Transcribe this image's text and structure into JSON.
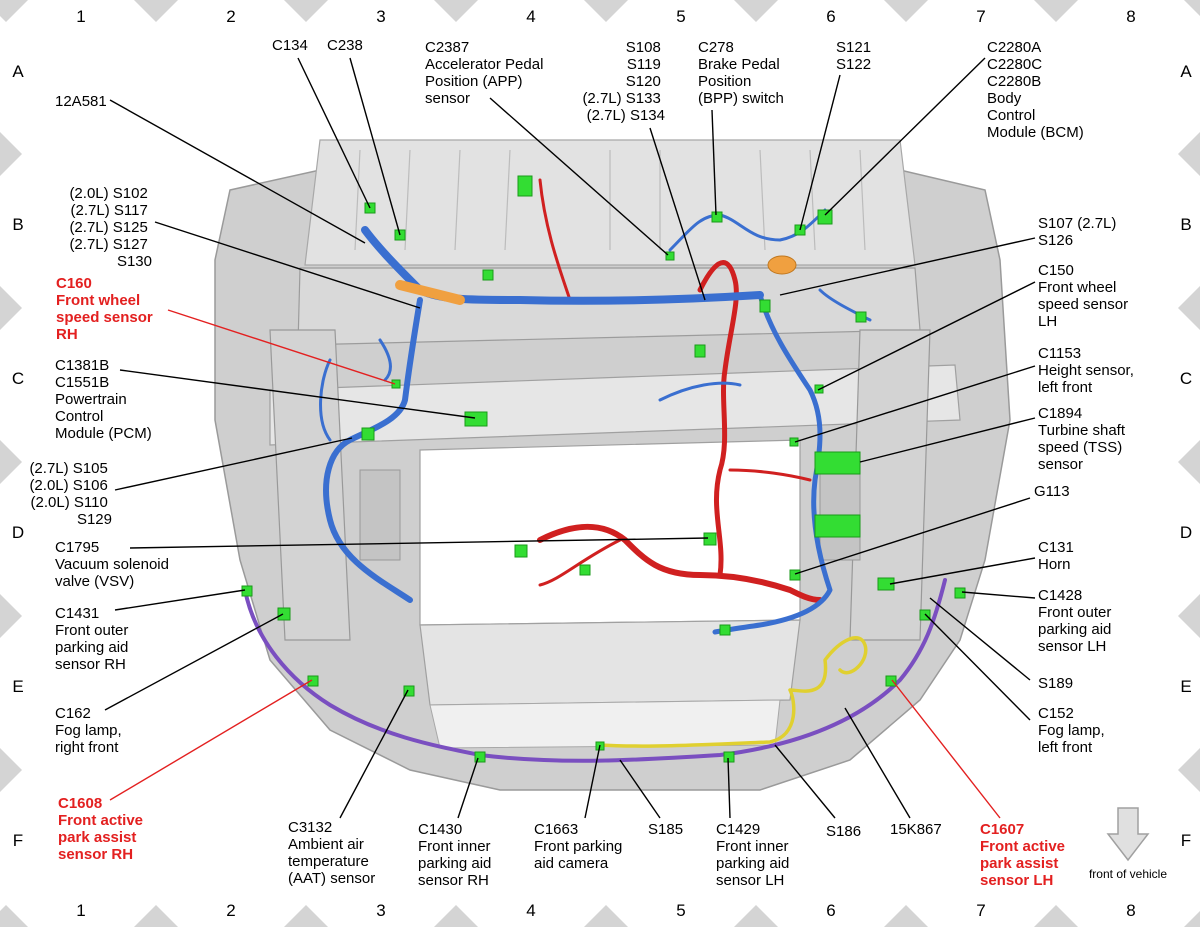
{
  "colors": {
    "red_label": "#e32020",
    "harness_blue": "#3a6fd0",
    "harness_red": "#d02020",
    "harness_purple": "#7a4fc0",
    "harness_yellow": "#e0d030",
    "harness_orange": "#f0a040",
    "connector_green": "#33dd33",
    "body_gray": "#c8c8c8",
    "border_gray": "#d4d4d4"
  },
  "grid": {
    "columns": [
      "1",
      "2",
      "3",
      "4",
      "5",
      "6",
      "7",
      "8"
    ],
    "rows": [
      "A",
      "B",
      "C",
      "D",
      "E",
      "F"
    ]
  },
  "labels": {
    "c134": "C134",
    "c238": "C238",
    "a12a581": "12A581",
    "c2387": [
      "C2387",
      "Accelerator Pedal",
      "Position (APP)",
      "sensor"
    ],
    "s108": [
      "S108",
      "S119",
      "S120",
      "(2.7L) S133",
      "(2.7L) S134"
    ],
    "c278": [
      "C278",
      "Brake Pedal",
      "Position",
      "(BPP) switch"
    ],
    "s121": [
      "S121",
      "S122"
    ],
    "c2280": [
      "C2280A",
      "C2280C",
      "C2280B",
      "Body",
      "Control",
      "Module (BCM)"
    ],
    "s102": [
      "(2.0L) S102",
      "(2.7L) S117",
      "(2.7L) S125",
      "(2.7L) S127",
      "S130"
    ],
    "c160": [
      "C160",
      "Front wheel",
      "speed sensor",
      "RH"
    ],
    "s107": [
      "S107 (2.7L)",
      "S126"
    ],
    "c150": [
      "C150",
      "Front wheel",
      "speed sensor",
      "LH"
    ],
    "c1381": [
      "C1381B",
      "C1551B",
      "Powertrain",
      "Control",
      "Module (PCM)"
    ],
    "c1153": [
      "C1153",
      "Height sensor,",
      "left front"
    ],
    "c1894": [
      "C1894",
      "Turbine shaft",
      "speed (TSS)",
      "sensor"
    ],
    "s105": [
      "(2.7L) S105",
      "(2.0L) S106",
      "(2.0L) S110",
      "S129"
    ],
    "g113": "G113",
    "c1795": [
      "C1795",
      "Vacuum solenoid",
      "valve (VSV)"
    ],
    "c131": [
      "C131",
      "Horn"
    ],
    "c1431": [
      "C1431",
      "Front outer",
      "parking aid",
      "sensor RH"
    ],
    "c1428": [
      "C1428",
      "Front outer",
      "parking aid",
      "sensor LH"
    ],
    "s189": "S189",
    "c162": [
      "C162",
      "Fog lamp,",
      "right front"
    ],
    "c152": [
      "C152",
      "Fog lamp,",
      "left front"
    ],
    "c1608": [
      "C1608",
      "Front active",
      "park assist",
      "sensor RH"
    ],
    "c3132": [
      "C3132",
      "Ambient air",
      "temperature",
      "(AAT) sensor"
    ],
    "c1430": [
      "C1430",
      "Front inner",
      "parking aid",
      "sensor RH"
    ],
    "c1663": [
      "C1663",
      "Front parking",
      "aid camera"
    ],
    "s185": "S185",
    "c1429": [
      "C1429",
      "Front inner",
      "parking aid",
      "sensor LH"
    ],
    "s186": "S186",
    "k15867": "15K867",
    "c1607": [
      "C1607",
      "Front active",
      "park assist",
      "sensor LH"
    ],
    "front_of_vehicle": "front of vehicle"
  }
}
